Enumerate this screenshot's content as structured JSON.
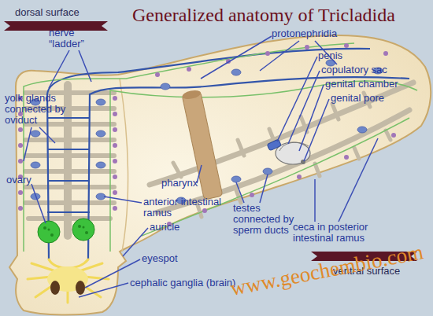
{
  "diagram": {
    "title": "Generalized anatomy of Tricladida",
    "nodes": [
      {
        "text": [
          "dorsal surface"
        ]
      },
      {
        "text": [
          "ventral surface"
        ]
      }
    ],
    "labels": [
      "nerve “ladder”",
      "yolk glands connected by oviduct",
      "ovary",
      "anterior intestinal ramus",
      "auricle",
      "eyespot",
      "cephalic ganglia (brain)",
      "protonephridia",
      "penis",
      "copulatory sac",
      "genital chamber",
      "genital pore",
      "pharynx",
      "testes connected by sperm ducts",
      "ceca in posterior intestinal ramus",
      "www.geochembio.com"
    ]
  }
}
